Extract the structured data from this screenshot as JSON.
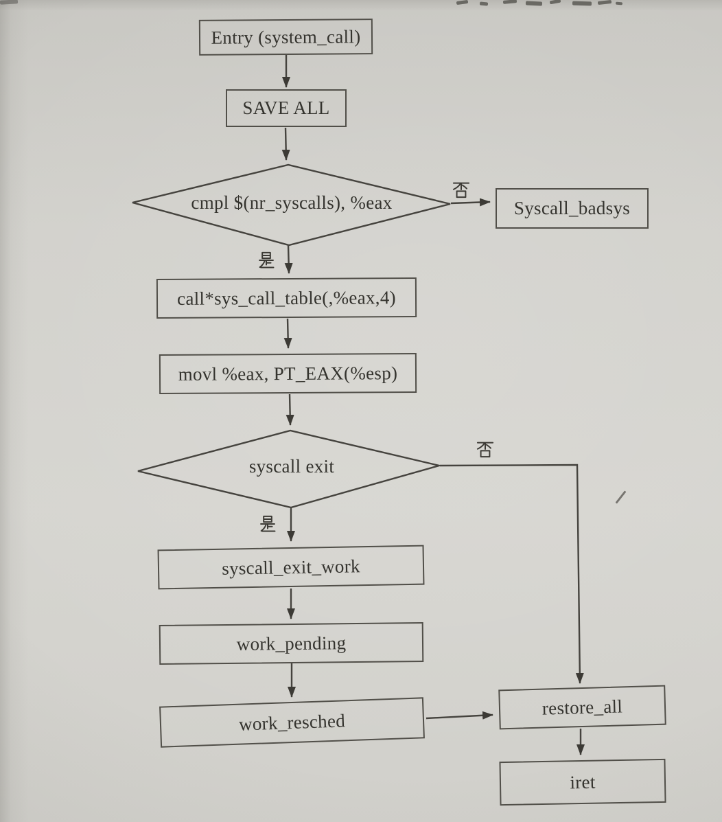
{
  "diagram": {
    "title_context": "system_call flowchart",
    "boxes": {
      "entry": {
        "label": "Entry (system_call)"
      },
      "save_all": {
        "label": "SAVE ALL"
      },
      "badsys": {
        "label": "Syscall_badsys"
      },
      "call_table": {
        "label": "call*sys_call_table(,%eax,4)"
      },
      "mov_eax": {
        "label": "movl %eax, PT_EAX(%esp)"
      },
      "exit_work": {
        "label": "syscall_exit_work"
      },
      "work_pending": {
        "label": "work_pending"
      },
      "work_resched": {
        "label": "work_resched"
      },
      "restore_all": {
        "label": "restore_all"
      },
      "iret": {
        "label": "iret"
      }
    },
    "decisions": {
      "nr_check": {
        "label": "cmpl $(nr_syscalls), %eax",
        "yes": "是",
        "no": "否"
      },
      "exit_check": {
        "label": "syscall exit",
        "yes": "是",
        "no": "否"
      }
    },
    "colors": {
      "paper": "#d2d1cc",
      "ink": "#34332e",
      "line": "#45433e",
      "box_border": "#514f49"
    }
  }
}
